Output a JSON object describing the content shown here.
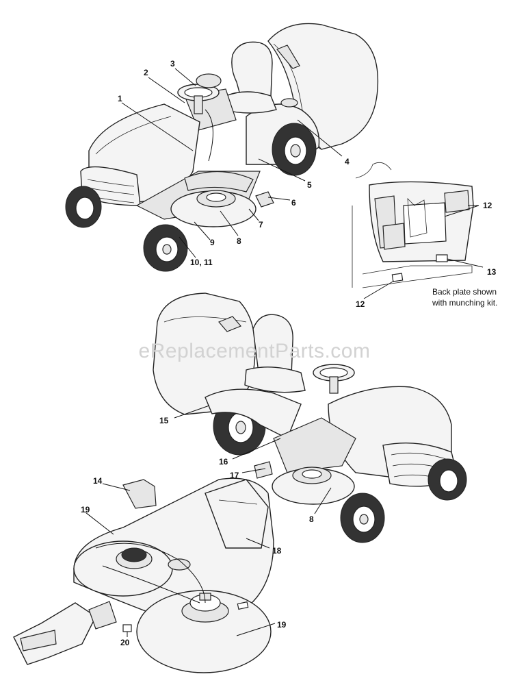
{
  "watermark": "eReplacementParts.com",
  "caption": {
    "line1": "Back plate shown",
    "line2": "with munching kit."
  },
  "callouts": {
    "c1": "1",
    "c2": "2",
    "c3": "3",
    "c4": "4",
    "c5": "5",
    "c6": "6",
    "c7": "7",
    "c8a": "8",
    "c9": "9",
    "c10": "10, 11",
    "c12a": "12",
    "c12b": "12",
    "c13": "13",
    "c14": "14",
    "c15": "15",
    "c16": "16",
    "c17": "17",
    "c8b": "8",
    "c18": "18",
    "c19a": "19",
    "c19b": "19",
    "c20": "20"
  }
}
